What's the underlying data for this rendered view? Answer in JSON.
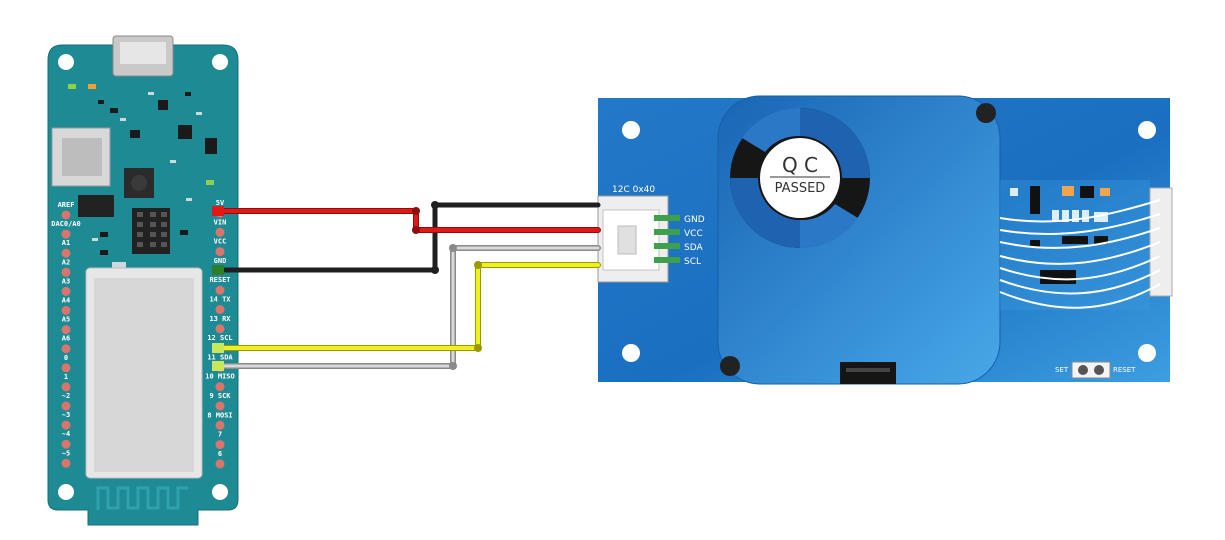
{
  "arduino": {
    "left_pins": [
      "AREF",
      "DAC0/A0",
      "A1",
      "A2",
      "A3",
      "A4",
      "A5",
      "A6",
      "0",
      "1",
      "~2",
      "~3",
      "~4",
      "~5"
    ],
    "right_pins": [
      "5V",
      "VIN",
      "VCC",
      "GND",
      "RESET",
      "14 TX",
      "13 RX",
      "12 SCL",
      "11 SDA",
      "10 MISO",
      "9 SCK",
      "8 MOSI",
      "7",
      "6"
    ]
  },
  "sensor": {
    "i2c_label": "12C  0x40",
    "connector_pins": [
      "GND",
      "VCC",
      "SDA",
      "SCL"
    ],
    "qc_title": "Q C",
    "qc_status": "PASSED",
    "set_label": "SET",
    "reset_label": "RESET"
  },
  "wires": {
    "colors": {
      "red": "#d41616",
      "black": "#1f1f1f",
      "yellow": "#e8e81a",
      "gray": "#bdbdbd"
    }
  }
}
